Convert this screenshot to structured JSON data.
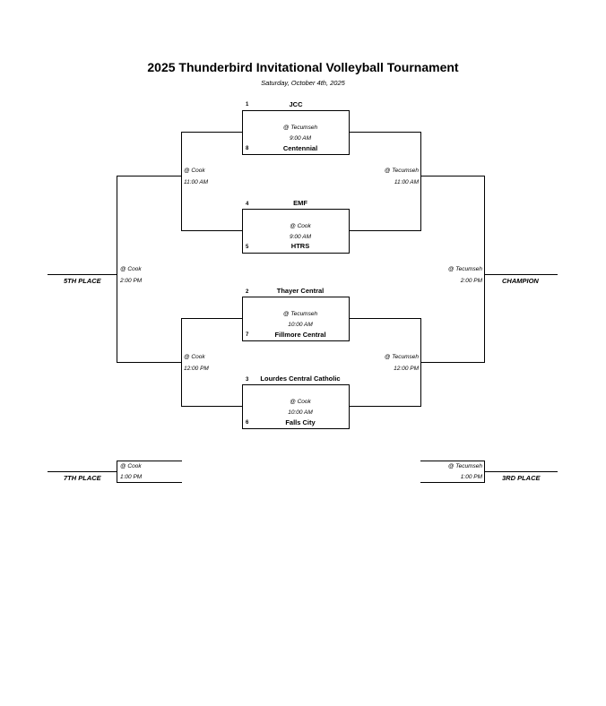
{
  "header": {
    "title": "2025 Thunderbird Invitational Volleyball Tournament",
    "date": "Saturday, October 4th, 2025"
  },
  "quarterfinals": [
    {
      "top_seed": "1",
      "top_team": "JCC",
      "bottom_seed": "8",
      "bottom_team": "Centennial",
      "site": "@ Tecumseh",
      "time": "9:00 AM"
    },
    {
      "top_seed": "4",
      "top_team": "EMF",
      "bottom_seed": "5",
      "bottom_team": "HTRS",
      "site": "@ Cook",
      "time": "9:00 AM"
    },
    {
      "top_seed": "2",
      "top_team": "Thayer Central",
      "bottom_seed": "7",
      "bottom_team": "Fillmore Central",
      "site": "@ Tecumseh",
      "time": "10:00 AM"
    },
    {
      "top_seed": "3",
      "top_team": "Lourdes Central Catholic",
      "bottom_seed": "6",
      "bottom_team": "Falls City",
      "site": "@ Cook",
      "time": "10:00 AM"
    }
  ],
  "consolation_semis": [
    {
      "site": "@ Cook",
      "time": "11:00 AM"
    },
    {
      "site": "@ Cook",
      "time": "12:00 PM"
    }
  ],
  "winner_semis": [
    {
      "site": "@ Tecumseh",
      "time": "11:00 AM"
    },
    {
      "site": "@ Tecumseh",
      "time": "12:00 PM"
    }
  ],
  "fifth_place": {
    "label": "5TH PLACE",
    "site": "@ Cook",
    "time": "2:00 PM"
  },
  "championship": {
    "label": "CHAMPION",
    "site": "@ Tecumseh",
    "time": "2:00 PM"
  },
  "seventh_place": {
    "label": "7TH PLACE",
    "site": "@ Cook",
    "time": "1:00 PM"
  },
  "third_place": {
    "label": "3RD PLACE",
    "site": "@ Tecumseh",
    "time": "1:00 PM"
  }
}
